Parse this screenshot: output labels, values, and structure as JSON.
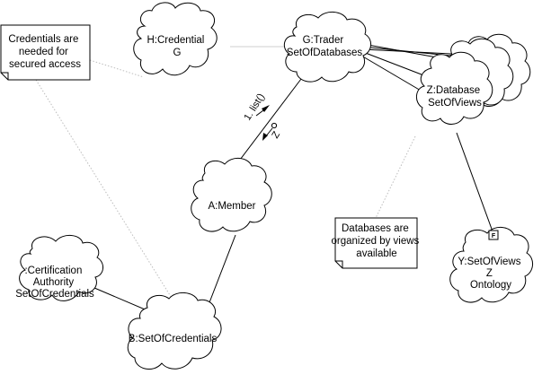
{
  "objects": [
    {
      "id": "credential",
      "lines": [
        "H:Credential",
        "G"
      ]
    },
    {
      "id": "trader",
      "lines": [
        "G:Trader",
        "SetOfDatabases"
      ]
    },
    {
      "id": "database",
      "lines": [
        "Z:Database",
        "SetOfViews"
      ]
    },
    {
      "id": "member",
      "lines": [
        "A:Member"
      ]
    },
    {
      "id": "certification",
      "lines": [
        ":Certification",
        "Authority",
        "SetOfCredentials"
      ]
    },
    {
      "id": "setofcredentials",
      "lines": [
        "B:SetOfCredentials"
      ]
    },
    {
      "id": "setofviews",
      "lines": [
        "Y:SetOfViews",
        "Z",
        "Ontology"
      ]
    }
  ],
  "notes": [
    {
      "id": "credentials-note",
      "lines": [
        "Credentials are",
        "needed for",
        "secured access"
      ]
    },
    {
      "id": "databases-note",
      "lines": [
        "Databases are",
        "organized by views",
        "available"
      ]
    }
  ],
  "messages": [
    {
      "id": "list-message",
      "label": "1. list()"
    },
    {
      "id": "return-message",
      "label": "Z"
    }
  ],
  "badges": [
    {
      "id": "flag-badge",
      "label": "F"
    }
  ]
}
